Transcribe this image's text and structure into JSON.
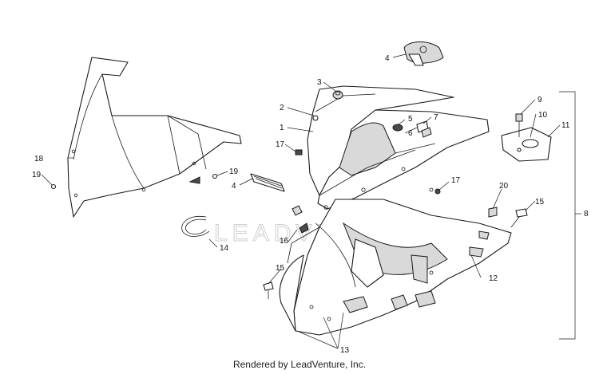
{
  "watermark": "LEADVENTURE",
  "footer": "Rendered by LeadVenture, Inc.",
  "callouts": {
    "c1": "1",
    "c2": "2",
    "c3": "3",
    "c4a": "4",
    "c4b": "4",
    "c5": "5",
    "c6": "6",
    "c7": "7",
    "c8": "8",
    "c9": "9",
    "c10": "10",
    "c11": "11",
    "c12": "12",
    "c13": "13",
    "c14": "14",
    "c15a": "15",
    "c15b": "15",
    "c16": "16",
    "c17a": "17",
    "c17b": "17",
    "c18": "18",
    "c19a": "19",
    "c19b": "19",
    "c20": "20"
  }
}
